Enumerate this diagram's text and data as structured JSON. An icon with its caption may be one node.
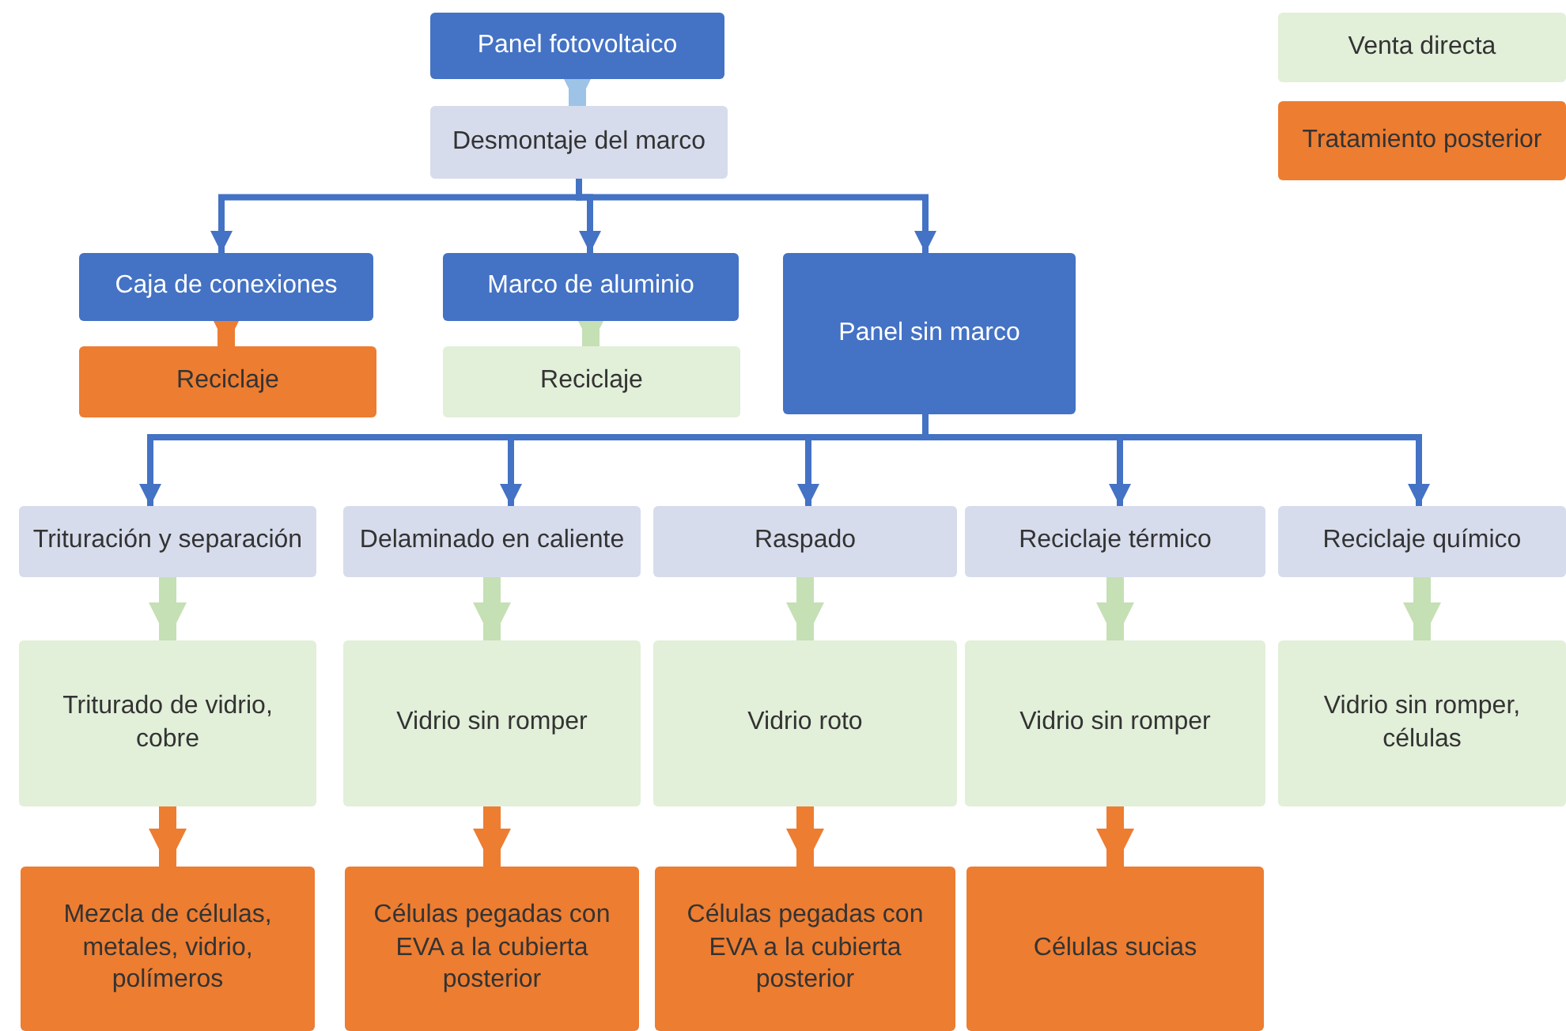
{
  "diagram": {
    "nodes": [
      {
        "text": [
          "Panel fotovoltaico"
        ]
      },
      {
        "text": [
          "Desmontaje del marco"
        ]
      },
      {
        "text": [
          "Caja de conexiones"
        ]
      },
      {
        "text": [
          "Reciclaje"
        ]
      },
      {
        "text": [
          "Marco de aluminio"
        ]
      },
      {
        "text": [
          "Reciclaje"
        ]
      },
      {
        "text": [
          "Panel sin marco"
        ]
      },
      {
        "text": [
          "Trituración y separación"
        ]
      },
      {
        "text": [
          "Delaminado en caliente"
        ]
      },
      {
        "text": [
          "Raspado"
        ]
      },
      {
        "text": [
          "Reciclaje térmico"
        ]
      },
      {
        "text": [
          "Reciclaje químico"
        ]
      },
      {
        "text": [
          "Triturado de vidrio, cobre"
        ]
      },
      {
        "text": [
          "Vidrio sin romper"
        ]
      },
      {
        "text": [
          "Vidrio roto"
        ]
      },
      {
        "text": [
          "Vidrio sin romper"
        ]
      },
      {
        "text": [
          "Vidrio sin romper, células"
        ]
      },
      {
        "text": [
          "Mezcla de células, metales, vidrio, polímeros"
        ]
      },
      {
        "text": [
          "Células pegadas con EVA a la cubierta posterior"
        ]
      },
      {
        "text": [
          "Células pegadas con EVA a la cubierta posterior"
        ]
      },
      {
        "text": [
          "Células sucias"
        ]
      }
    ],
    "edges": [
      {
        "from": 0,
        "to": 1,
        "arrow": "to",
        "color": "#9dc3e6"
      },
      {
        "from": 1,
        "to": 2,
        "arrow": "to"
      },
      {
        "from": 1,
        "to": 4,
        "arrow": "to"
      },
      {
        "from": 1,
        "to": 6,
        "arrow": "to"
      },
      {
        "from": 2,
        "to": 3,
        "arrow": "to",
        "color": "#ed7d31"
      },
      {
        "from": 4,
        "to": 5,
        "arrow": "to",
        "color": "#c5e0b4"
      },
      {
        "from": 6,
        "to": 7,
        "arrow": "to"
      },
      {
        "from": 6,
        "to": 8,
        "arrow": "to"
      },
      {
        "from": 6,
        "to": 9,
        "arrow": "to"
      },
      {
        "from": 6,
        "to": 10,
        "arrow": "to"
      },
      {
        "from": 6,
        "to": 11,
        "arrow": "to"
      },
      {
        "from": 7,
        "to": 12,
        "arrow": "to",
        "color": "#c5e0b4"
      },
      {
        "from": 8,
        "to": 13,
        "arrow": "to",
        "color": "#c5e0b4"
      },
      {
        "from": 9,
        "to": 14,
        "arrow": "to",
        "color": "#c5e0b4"
      },
      {
        "from": 10,
        "to": 15,
        "arrow": "to",
        "color": "#c5e0b4"
      },
      {
        "from": 11,
        "to": 16,
        "arrow": "to",
        "color": "#c5e0b4"
      },
      {
        "from": 12,
        "to": 17,
        "arrow": "to",
        "color": "#ed7d31"
      },
      {
        "from": 13,
        "to": 18,
        "arrow": "to",
        "color": "#ed7d31"
      },
      {
        "from": 14,
        "to": 19,
        "arrow": "to",
        "color": "#ed7d31"
      },
      {
        "from": 15,
        "to": 20,
        "arrow": "to",
        "color": "#ed7d31"
      }
    ],
    "legend": [
      {
        "text": "Venta directa",
        "color": "#e2efd9"
      },
      {
        "text": "Tratamiento posterior",
        "color": "#ed7d31"
      }
    ]
  }
}
